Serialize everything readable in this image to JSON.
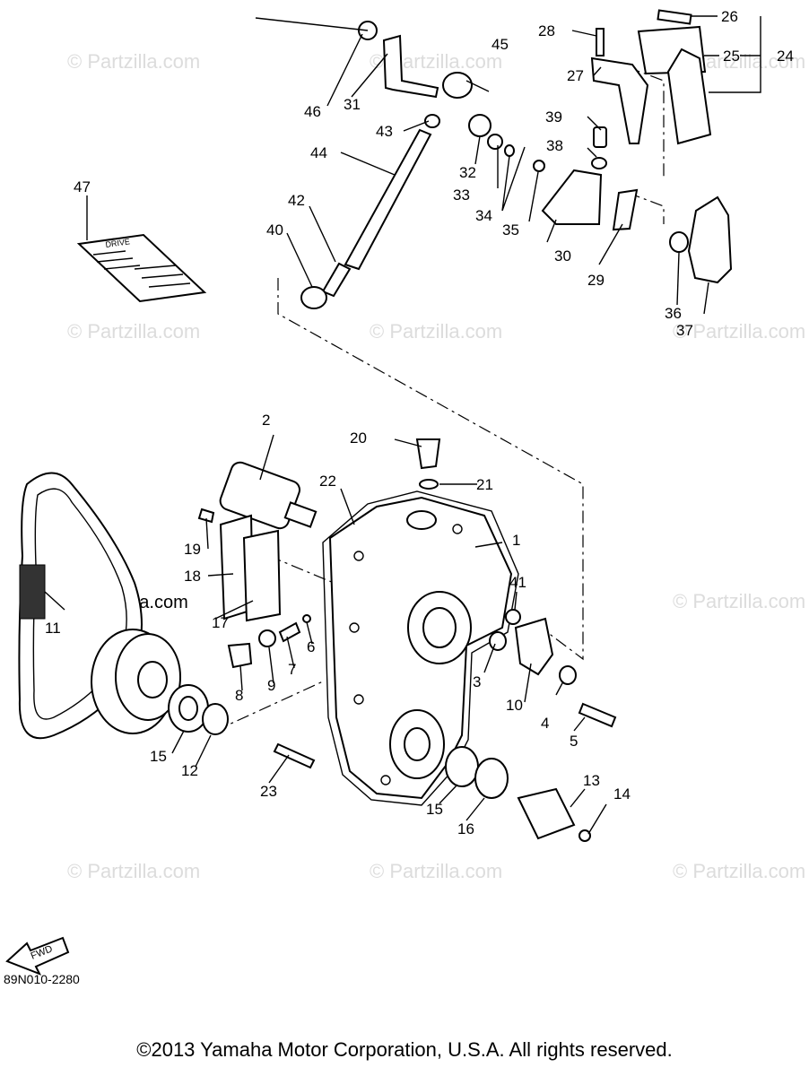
{
  "watermark": "© Partzilla.com",
  "callouts": [
    "1",
    "2",
    "3",
    "4",
    "5",
    "6",
    "7",
    "8",
    "9",
    "10",
    "11",
    "12",
    "13",
    "14",
    "15",
    "15",
    "16",
    "17",
    "18",
    "19",
    "20",
    "21",
    "22",
    "23",
    "24",
    "25",
    "26",
    "27",
    "28",
    "29",
    "30",
    "31",
    "32",
    "33",
    "34",
    "35",
    "36",
    "37",
    "38",
    "39",
    "40",
    "41",
    "42",
    "43",
    "44",
    "45",
    "46",
    "47"
  ],
  "fwd_label": "FWD",
  "decal_label": "DRIVE",
  "diagram_code": "89N010-2280",
  "copyright": "©2013  Yamaha Motor Corporation, U.S.A. All rights reserved."
}
